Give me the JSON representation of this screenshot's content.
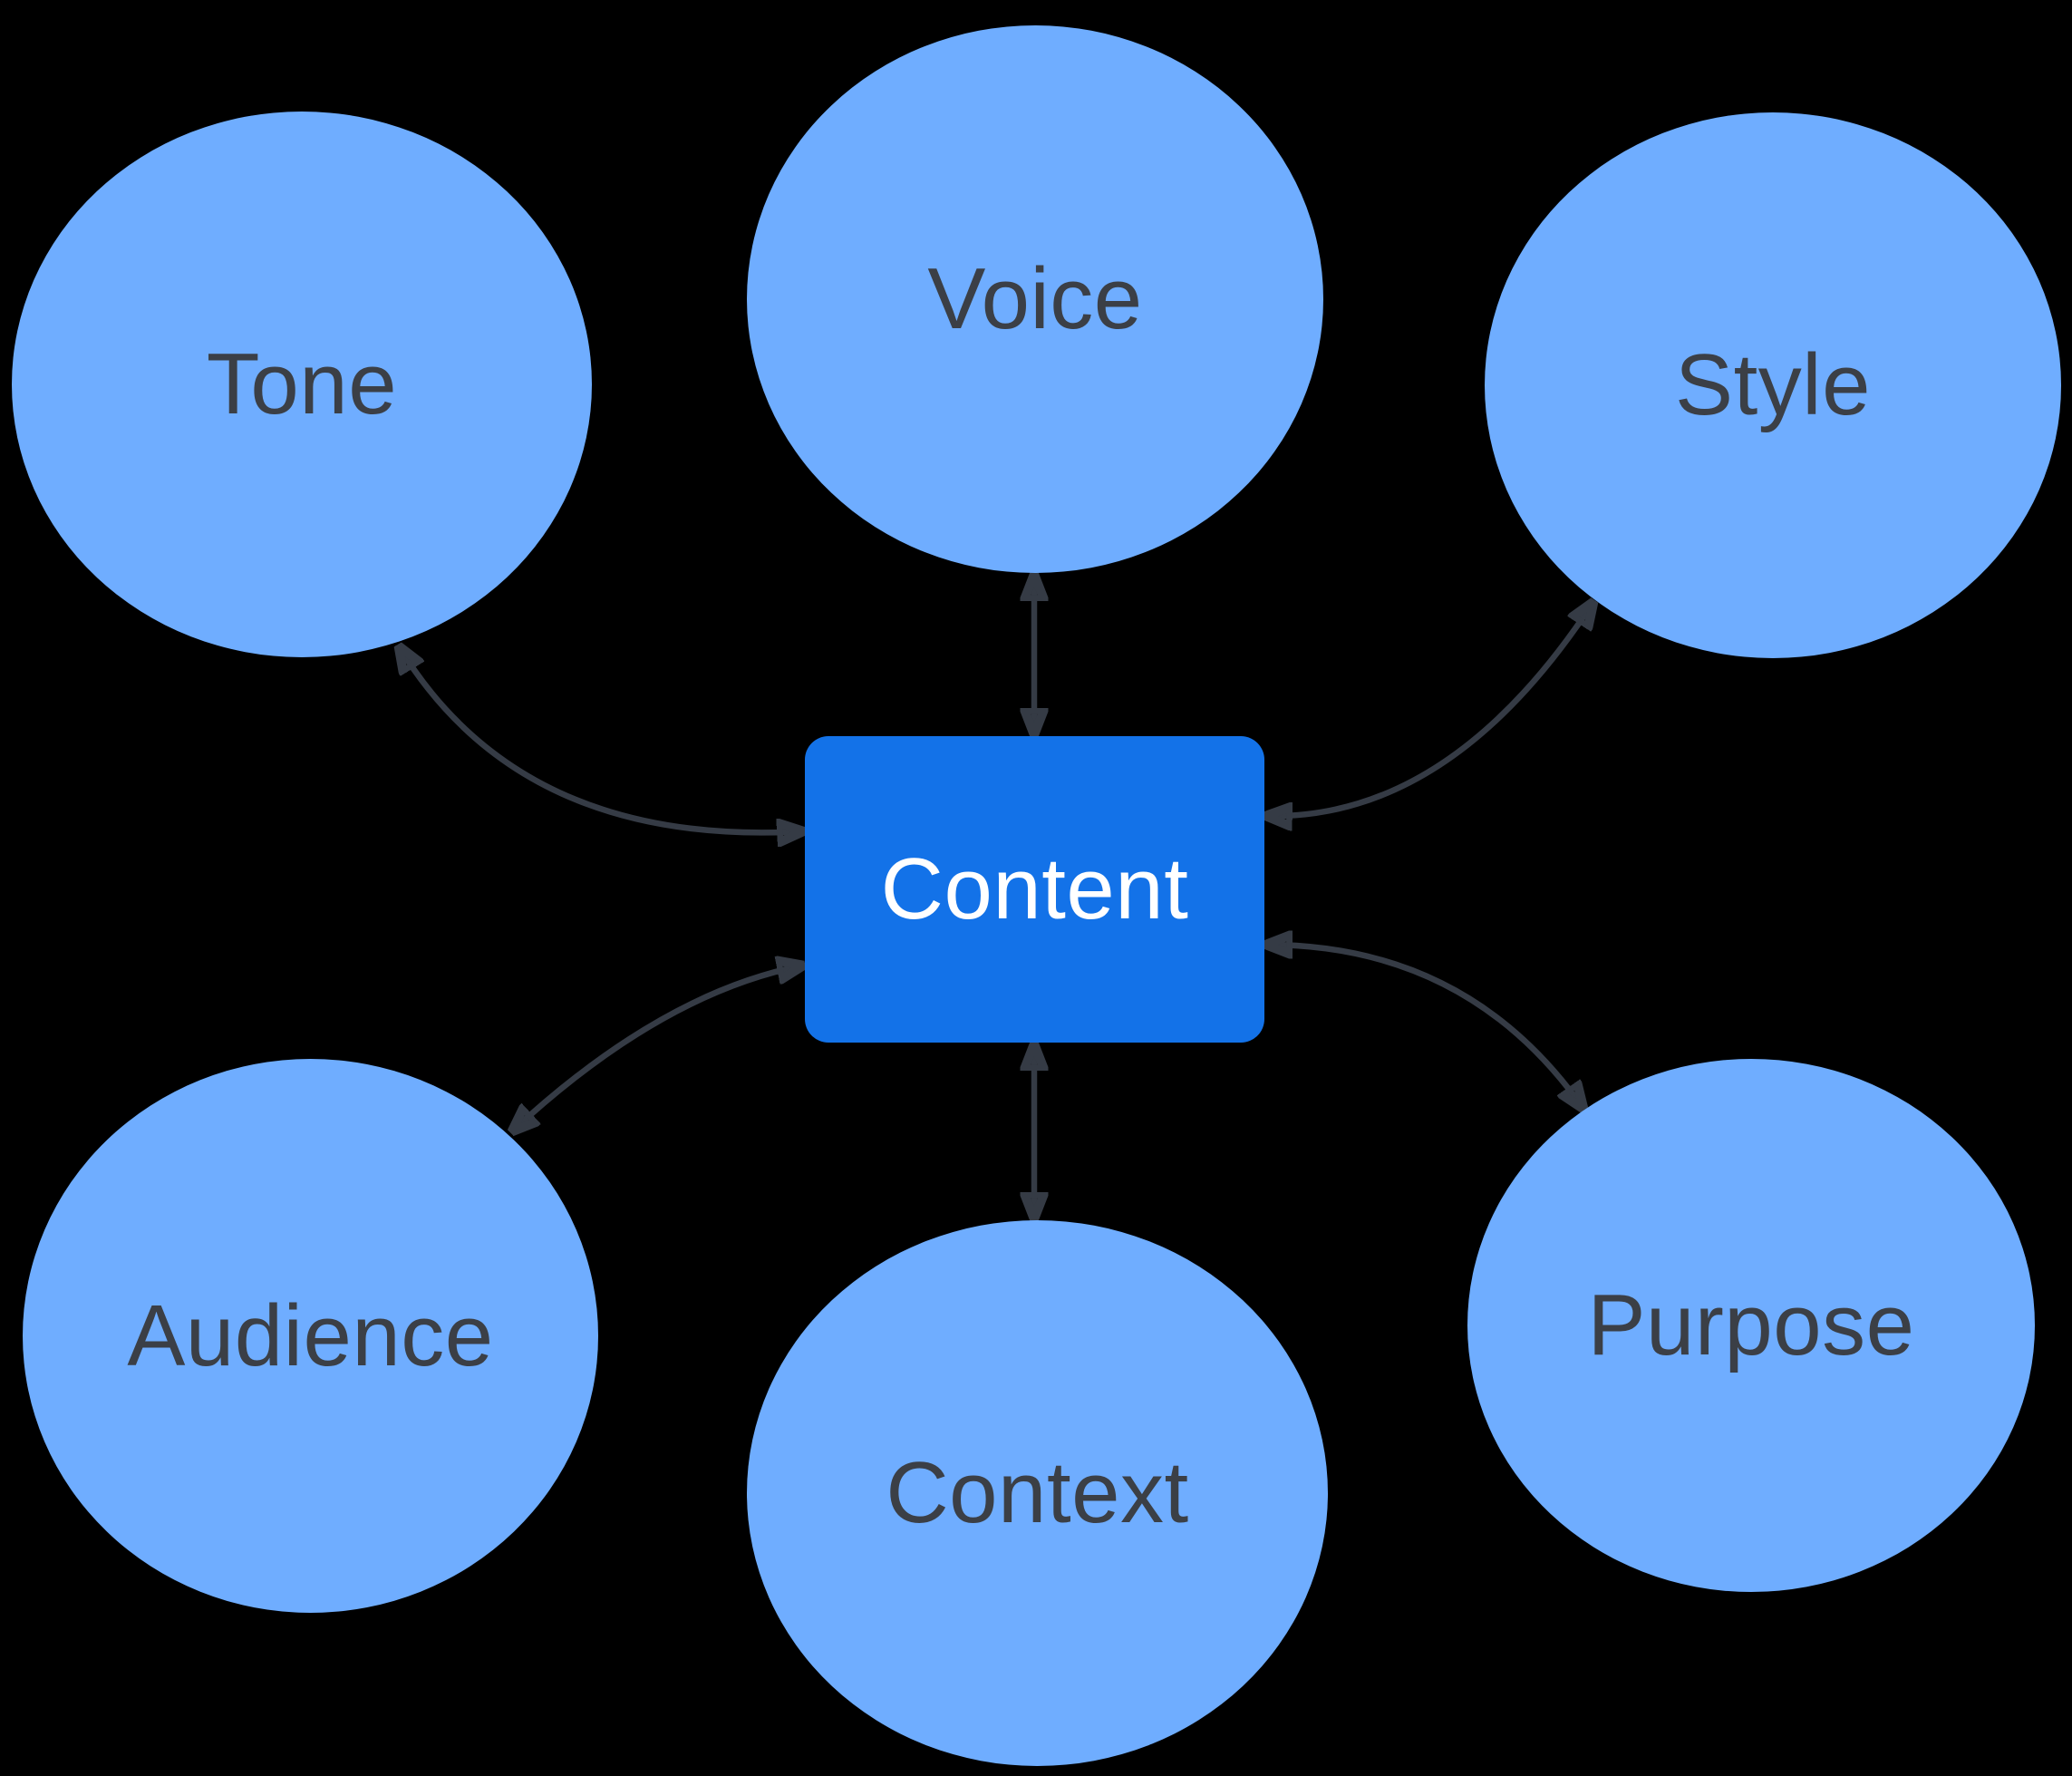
{
  "diagram": {
    "background_color": "#000000",
    "center_node": {
      "label": "Content",
      "shape": "rounded-rectangle",
      "fill_color": "#1372e8",
      "text_color": "#ffffff"
    },
    "satellite_nodes": [
      {
        "label": "Tone",
        "position": "top-left"
      },
      {
        "label": "Voice",
        "position": "top-center"
      },
      {
        "label": "Style",
        "position": "top-right"
      },
      {
        "label": "Audience",
        "position": "bottom-left"
      },
      {
        "label": "Context",
        "position": "bottom-center"
      },
      {
        "label": "Purpose",
        "position": "bottom-right"
      }
    ],
    "satellite_style": {
      "shape": "ellipse",
      "fill_color": "#6fadff",
      "text_color": "#3b3f46"
    },
    "connector_style": {
      "color": "#353b45",
      "arrowheads": "both-ends"
    },
    "connections": [
      {
        "from": "Content",
        "to": "Tone",
        "line": "curved",
        "arrows": "both"
      },
      {
        "from": "Content",
        "to": "Voice",
        "line": "straight",
        "arrows": "both"
      },
      {
        "from": "Content",
        "to": "Style",
        "line": "curved",
        "arrows": "both"
      },
      {
        "from": "Content",
        "to": "Audience",
        "line": "curved",
        "arrows": "both"
      },
      {
        "from": "Content",
        "to": "Context",
        "line": "straight",
        "arrows": "both"
      },
      {
        "from": "Content",
        "to": "Purpose",
        "line": "curved",
        "arrows": "both"
      }
    ]
  }
}
